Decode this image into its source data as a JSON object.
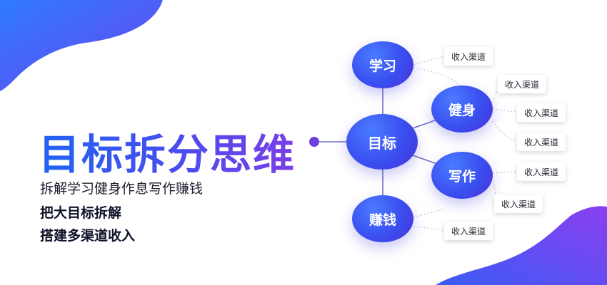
{
  "title": "目标拆分思维",
  "subtitle": "拆解学习健身作息写作赚钱",
  "bullets": [
    "把大目标拆解",
    "搭建多渠道收入"
  ],
  "nodes": {
    "center": "目标",
    "study": "学习",
    "fitness": "健身",
    "writing": "写作",
    "money": "赚钱"
  },
  "tags": [
    "收入渠道",
    "收入渠道",
    "收入渠道",
    "收入渠道",
    "收入渠道",
    "收入渠道",
    "收入渠道"
  ],
  "colors": {
    "blue": "#1f63f2",
    "purple": "#7a3fe6",
    "text": "#10122a"
  }
}
